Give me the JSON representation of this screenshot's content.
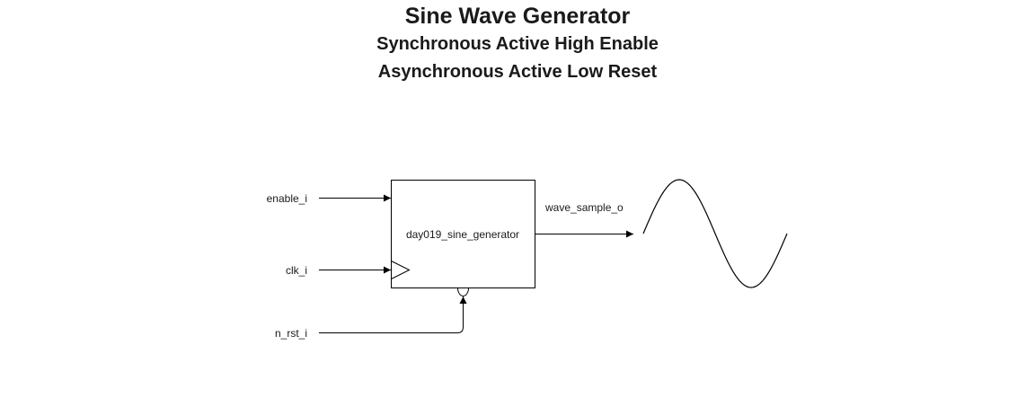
{
  "title": "Sine Wave Generator",
  "subtitle_enable": "Synchronous Active High Enable",
  "subtitle_reset": "Asynchronous Active Low Reset",
  "block": {
    "name": "day019_sine_generator"
  },
  "inputs": {
    "enable": "enable_i",
    "clock": "clk_i",
    "reset": "n_rst_i"
  },
  "outputs": {
    "wave": "wave_sample_o"
  },
  "icons": {
    "clock_input": "clock-triangle-icon",
    "reset_input": "inverted-bubble-icon",
    "output_waveform": "sine-wave-icon"
  },
  "colors": {
    "line": "#000000",
    "text": "#1a1a1a",
    "background": "#ffffff"
  }
}
